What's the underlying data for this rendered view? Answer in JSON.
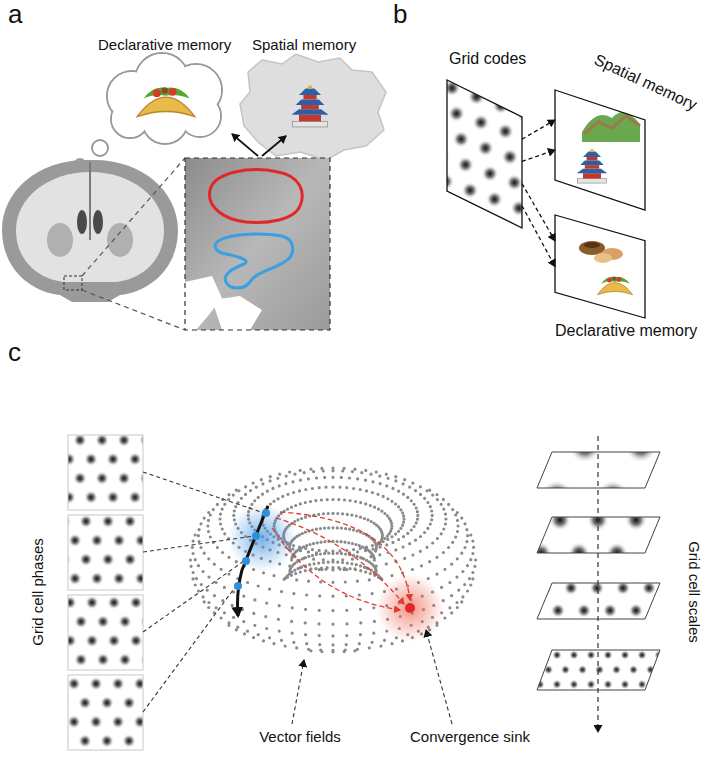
{
  "diagram": {
    "nodes": [
      {
        "text": [
          "Grid codes"
        ]
      },
      {
        "text": [
          "Spatial memory"
        ]
      },
      {
        "text": [
          "Declarative memory"
        ]
      }
    ],
    "edges": [
      {
        "from": 0,
        "to": 1,
        "arrow": "to"
      },
      {
        "from": 0,
        "to": 1,
        "arrow": "to"
      },
      {
        "from": 0,
        "to": 2,
        "arrow": "to"
      },
      {
        "from": 0,
        "to": 2,
        "arrow": "to"
      }
    ],
    "labels": [
      "a",
      "Declarative memory",
      "Spatial memory",
      "b",
      "c",
      "Grid cell phases",
      "Vector fields",
      "Convergence sink",
      "Grid cell scales"
    ]
  }
}
